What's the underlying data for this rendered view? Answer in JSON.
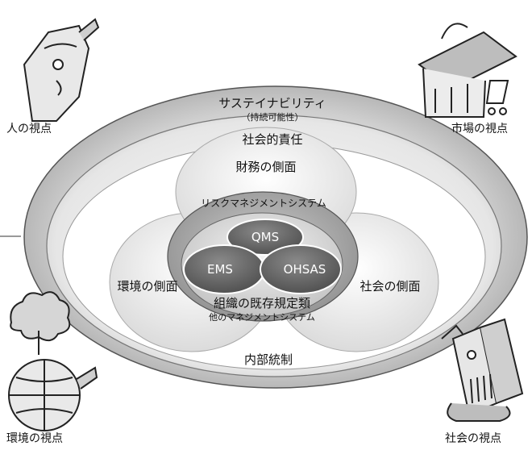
{
  "rings": {
    "sustainability": "サステイナビリティ",
    "sustainability_sub": "（持続可能性）",
    "social_responsibility": "社会的責任",
    "internal_control": "内部統制"
  },
  "aspects": {
    "financial": "財務の側面",
    "environmental": "環境の側面",
    "social": "社会の側面"
  },
  "core": {
    "risk_management": "リスクマネジメントシステム",
    "qms": "QMS",
    "ems": "EMS",
    "ohsas": "OHSAS",
    "org_rules": "組織の既存規定類",
    "other_systems": "他のマネジメントシステム"
  },
  "viewpoints": {
    "human": "人の視点",
    "market": "市場の視点",
    "environment": "環境の視点",
    "society": "社会の視点"
  }
}
